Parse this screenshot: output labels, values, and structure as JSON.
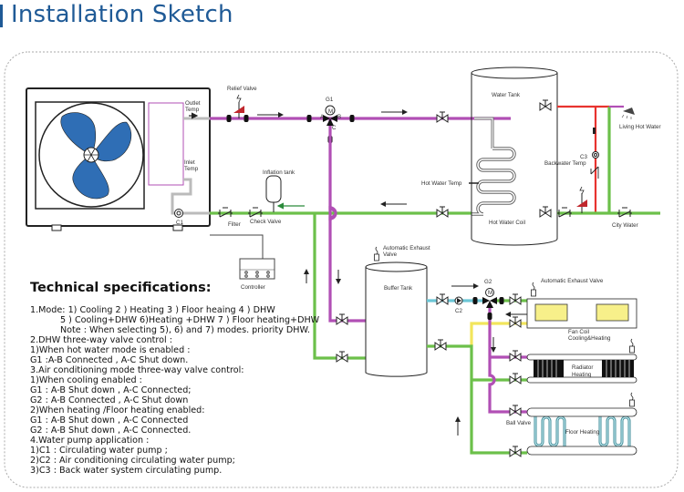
{
  "header": {
    "title": "Installation Sketch"
  },
  "labels": {
    "relief_valve": "Relief Valve",
    "outlet_temp_1": "Outlet",
    "outlet_temp_2": "Temp",
    "inlet_temp_1": "Inlet",
    "inlet_temp_2": "Temp",
    "g1": "G1",
    "g2": "G2",
    "c1": "C1",
    "c2": "C2",
    "c3": "C3",
    "port_a": "A",
    "port_b": "B",
    "port_c": "C",
    "motor": "M",
    "filter": "Filter",
    "check_valve": "Check Valve",
    "inflation_tank": "Inflation tank",
    "controller": "Controller",
    "water_tank": "Water Tank",
    "hot_water_coil": "Hot Water Coil",
    "hot_water_temp": "Hot Water Temp",
    "living_hot_water": "Living Hot Water",
    "backwater_temp": "Backwater Temp",
    "city_water": "City Water",
    "auto_exhaust_1": "Automatic Exhaust",
    "auto_exhaust_2": "Valve",
    "buffer_tank": "Buffer Tank",
    "auto_exhaust_valve": "Automatic Exhaust Valve",
    "fan_coil_1": "Fan Coil",
    "fan_coil_2": "Cooling&Heating",
    "radiator_1": "Radiator",
    "radiator_2": "Heating",
    "ball_valve": "Ball Valve",
    "floor_heating": "Floor Heating"
  },
  "specs": {
    "heading": "Technical specifications:",
    "lines": [
      "1.Mode: 1) Cooling  2 ) Heating  3 ) Floor heaing 4 ) DHW",
      "5 ) Cooling+DHW   6)Heating +DHW   7 ) Floor heating+DHW",
      "Note : When selecting 5), 6) and 7) modes. priority DHW.",
      "2.DHW three-way valve control :",
      "1)When hot water mode is enabled :",
      "G1 :A-B Connected , A-C Shut down.",
      "3.Air conditioning mode three-way valve control:",
      "1)When cooling enabled :",
      "G1 : A-B Shut down , A-C Connected;",
      "G2 : A-B Connected , A-C Shut down",
      "2)When heating /Floor heating enabled:",
      "G1 : A-B Shut down , A-C Connected",
      "G2 : A-B Shut down , A-C Connected.",
      "4.Water pump application :",
      "1)C1 : Circulating water pump ;",
      "2)C2 : Air conditioning circulating water pump;",
      "3)C3 : Back water system circulating pump."
    ]
  },
  "colors": {
    "title": "#1f5a96",
    "hot_pipe": "#b14fb5",
    "return_pipe": "#6cc04a",
    "domestic_hot": "#e8332f",
    "cooling_supply": "#6cc6d6",
    "fan_coil_return": "#f2e55c",
    "fan_blade": "#2f6eb5"
  }
}
